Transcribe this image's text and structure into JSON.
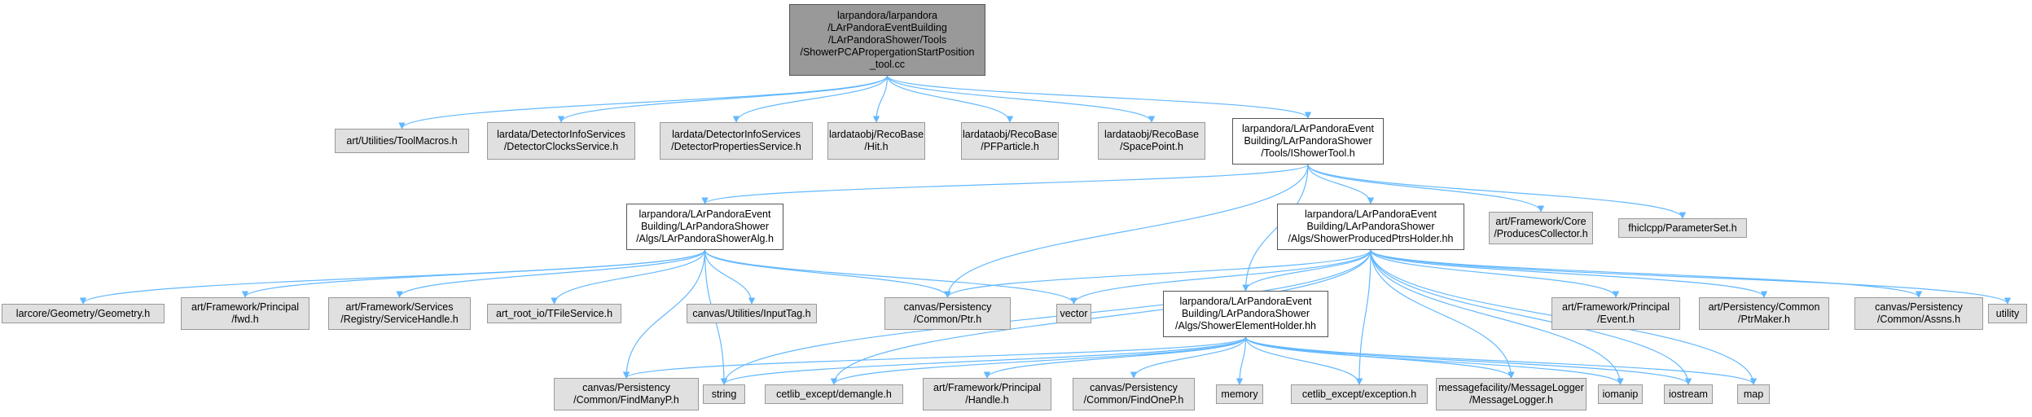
{
  "colors": {
    "edge": "#63b8ff",
    "node_fill": "#e0e0e0",
    "root_fill": "#999999",
    "expandable_fill": "#ffffff"
  },
  "nodes": [
    {
      "id": "root",
      "lines": [
        "larpandora/larpandora",
        "/LArPandoraEventBuilding",
        "/LArPandoraShower/Tools",
        "/ShowerPCAPropergationStartPosition",
        "_tool.cc"
      ]
    },
    {
      "id": "toolmacros",
      "lines": [
        "art/Utilities/ToolMacros.h"
      ]
    },
    {
      "id": "detclocks",
      "lines": [
        "lardata/DetectorInfoServices",
        "/DetectorClocksService.h"
      ]
    },
    {
      "id": "detprops",
      "lines": [
        "lardata/DetectorInfoServices",
        "/DetectorPropertiesService.h"
      ]
    },
    {
      "id": "hit",
      "lines": [
        "lardataobj/RecoBase",
        "/Hit.h"
      ]
    },
    {
      "id": "pfparticle",
      "lines": [
        "lardataobj/RecoBase",
        "/PFParticle.h"
      ]
    },
    {
      "id": "spacepoint",
      "lines": [
        "lardataobj/RecoBase",
        "/SpacePoint.h"
      ]
    },
    {
      "id": "ishowertool",
      "lines": [
        "larpandora/LArPandoraEvent",
        "Building/LArPandoraShower",
        "/Tools/IShowerTool.h"
      ]
    },
    {
      "id": "showeralg",
      "lines": [
        "larpandora/LArPandoraEvent",
        "Building/LArPandoraShower",
        "/Algs/LArPandoraShowerAlg.h"
      ]
    },
    {
      "id": "producedptrs",
      "lines": [
        "larpandora/LArPandoraEvent",
        "Building/LArPandoraShower",
        "/Algs/ShowerProducedPtrsHolder.hh"
      ]
    },
    {
      "id": "producescollector",
      "lines": [
        "art/Framework/Core",
        "/ProducesCollector.h"
      ]
    },
    {
      "id": "parameterset",
      "lines": [
        "fhiclcpp/ParameterSet.h"
      ]
    },
    {
      "id": "geometry",
      "lines": [
        "larcore/Geometry/Geometry.h"
      ]
    },
    {
      "id": "fwd",
      "lines": [
        "art/Framework/Principal",
        "/fwd.h"
      ]
    },
    {
      "id": "servicehandle",
      "lines": [
        "art/Framework/Services",
        "/Registry/ServiceHandle.h"
      ]
    },
    {
      "id": "tfileservice",
      "lines": [
        "art_root_io/TFileService.h"
      ]
    },
    {
      "id": "inputtag",
      "lines": [
        "canvas/Utilities/InputTag.h"
      ]
    },
    {
      "id": "ptr",
      "lines": [
        "canvas/Persistency",
        "/Common/Ptr.h"
      ]
    },
    {
      "id": "vector",
      "lines": [
        "vector"
      ]
    },
    {
      "id": "elementholder",
      "lines": [
        "larpandora/LArPandoraEvent",
        "Building/LArPandoraShower",
        "/Algs/ShowerElementHolder.hh"
      ]
    },
    {
      "id": "event",
      "lines": [
        "art/Framework/Principal",
        "/Event.h"
      ]
    },
    {
      "id": "ptrmaker",
      "lines": [
        "art/Persistency/Common",
        "/PtrMaker.h"
      ]
    },
    {
      "id": "assns",
      "lines": [
        "canvas/Persistency",
        "/Common/Assns.h"
      ]
    },
    {
      "id": "utility",
      "lines": [
        "utility"
      ]
    },
    {
      "id": "findmanyp",
      "lines": [
        "canvas/Persistency",
        "/Common/FindManyP.h"
      ]
    },
    {
      "id": "string",
      "lines": [
        "string"
      ]
    },
    {
      "id": "demangle",
      "lines": [
        "cetlib_except/demangle.h"
      ]
    },
    {
      "id": "handle",
      "lines": [
        "art/Framework/Principal",
        "/Handle.h"
      ]
    },
    {
      "id": "findonep",
      "lines": [
        "canvas/Persistency",
        "/Common/FindOneP.h"
      ]
    },
    {
      "id": "memory",
      "lines": [
        "memory"
      ]
    },
    {
      "id": "exception",
      "lines": [
        "cetlib_except/exception.h"
      ]
    },
    {
      "id": "messagelogger",
      "lines": [
        "messagefacility/MessageLogger",
        "/MessageLogger.h"
      ]
    },
    {
      "id": "iomanip",
      "lines": [
        "iomanip"
      ]
    },
    {
      "id": "iostream",
      "lines": [
        "iostream"
      ]
    },
    {
      "id": "map",
      "lines": [
        "map"
      ]
    }
  ]
}
